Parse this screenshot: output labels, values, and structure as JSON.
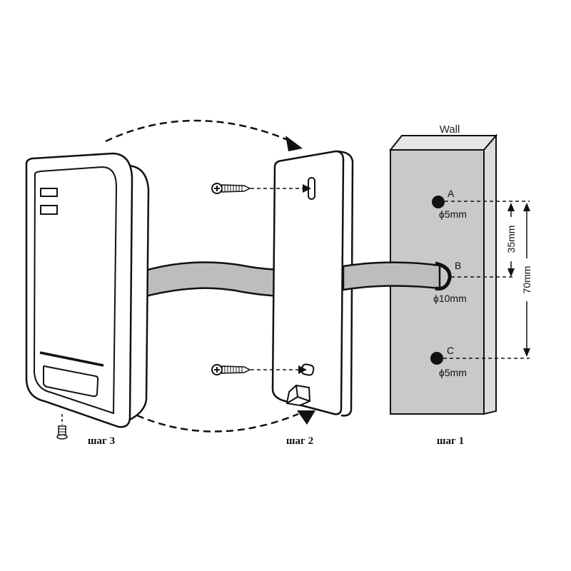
{
  "steps": {
    "step3": "шаг 3",
    "step2": "шаг 2",
    "step1": "шаг 1"
  },
  "wall": {
    "label": "Wall",
    "holes": [
      {
        "name": "A",
        "diameter": "ϕ5mm"
      },
      {
        "name": "B",
        "diameter": "ϕ10mm"
      },
      {
        "name": "C",
        "diameter": "ϕ5mm"
      }
    ],
    "dimensions": {
      "ab": "35mm",
      "ac": "70mm"
    }
  },
  "colors": {
    "wall_front": "#c9c9c9",
    "wall_side": "#dcdcdc",
    "cable": "#bdbdbd",
    "line": "#111111"
  }
}
